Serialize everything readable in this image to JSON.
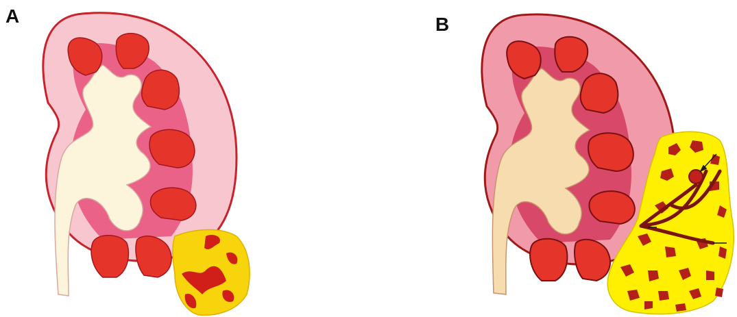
{
  "panels": [
    {
      "id": "A",
      "label": "A"
    },
    {
      "id": "B",
      "label": "B"
    }
  ],
  "colors": {
    "capsule_outline": "#c8232c",
    "cortex_a": "#f7c6cf",
    "cortex_b": "#f19aaa",
    "medulla_band": "#e8507a",
    "pyramid": "#e5352b",
    "pyramid_outline": "#a3161b",
    "pelvis_a": "#fcf5dc",
    "pelvis_b": "#f7dcb0",
    "tumor_yellow": "#f8d40c",
    "tumor_red": "#d01f18",
    "vessel": "#8e1b14",
    "arrow": "#1a1a1a"
  },
  "icons": {
    "panel_a": "kidney-with-small-tumor",
    "panel_b": "kidney-with-large-invasive-tumor"
  }
}
